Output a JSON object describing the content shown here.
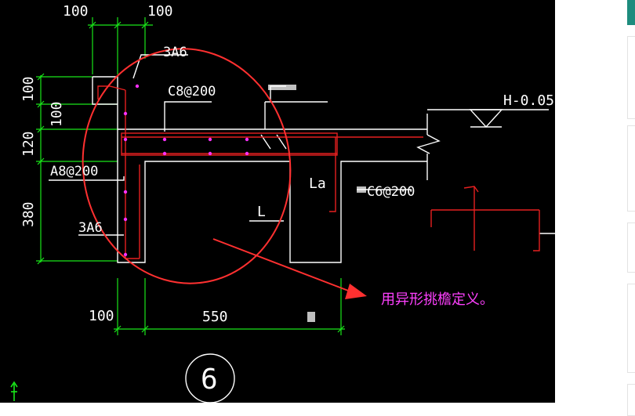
{
  "drawing": {
    "dims": {
      "top_left": "100",
      "top_right": "100",
      "v_100_a": "100",
      "v_100_b": "100",
      "v_120": "120",
      "v_380": "380",
      "bottom_left": "100",
      "bottom_550": "550"
    },
    "labels": {
      "rebar_3a6_top": "3A6",
      "rebar_c8": "C8@200",
      "rebar_a8": "A8@200",
      "rebar_3a6_left": "3A6",
      "elevation": "H-0.050",
      "la": "La",
      "l": "L",
      "rebar_c6": "C6@200",
      "detail_number": "6"
    },
    "annotation": "用异形挑檐定义。"
  },
  "colors": {
    "background": "#000000",
    "line": "#ffffff",
    "dimension": "#19e619",
    "rebar": "#e62020",
    "highlight": "#ff3030",
    "annotation": "#ff40ff"
  }
}
